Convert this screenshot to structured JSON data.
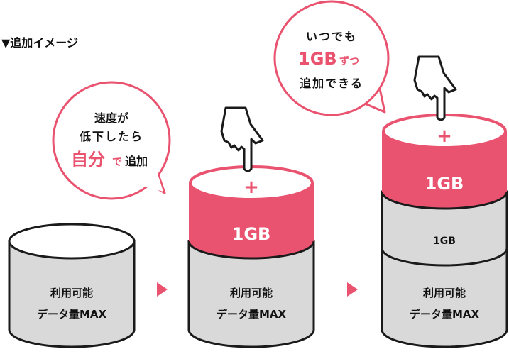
{
  "heading": "▼追加イメージ",
  "colors": {
    "accent": "#e9536f",
    "gray": "#d9d9d9",
    "outline": "#1a1a1a"
  },
  "bubble1": {
    "line1": "速度が",
    "line2": "低下したら",
    "accent": "自分",
    "accent_small": "で",
    "tail": "追加"
  },
  "bubble2": {
    "line1": "いつでも",
    "accent": "1GB",
    "accent_small": "ずつ",
    "line3": "追加できる"
  },
  "cylinder1": {
    "line1": "利用可能",
    "line2": "データ量MAX"
  },
  "cylinder2": {
    "add_label": "1GB",
    "line1": "利用可能",
    "line2": "データ量MAX"
  },
  "cylinder3": {
    "add_label": "1GB",
    "mid_label": "1GB",
    "line1": "利用可能",
    "line2": "データ量MAX"
  },
  "plus": "+"
}
